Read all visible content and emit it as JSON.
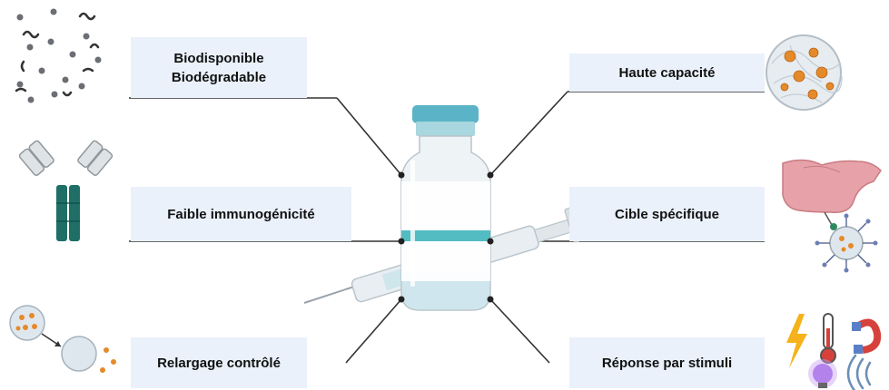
{
  "labels": {
    "biodisponible_line1": "Biodisponible",
    "biodisponible_line2": "Biodégradable",
    "haute_capacite": "Haute capacité",
    "faible_immuno": "Faible immunogénicité",
    "cible_specifique": "Cible spécifique",
    "relargage": "Relargage contrôlé",
    "reponse_stimuli": "Réponse par stimuli"
  },
  "colors": {
    "label_bg": "#eaf1fa",
    "vial_cap": "#5ab3c7",
    "vial_band": "#53bcc2",
    "antibody": "#1f6f67",
    "particle": "#e58a2a"
  }
}
